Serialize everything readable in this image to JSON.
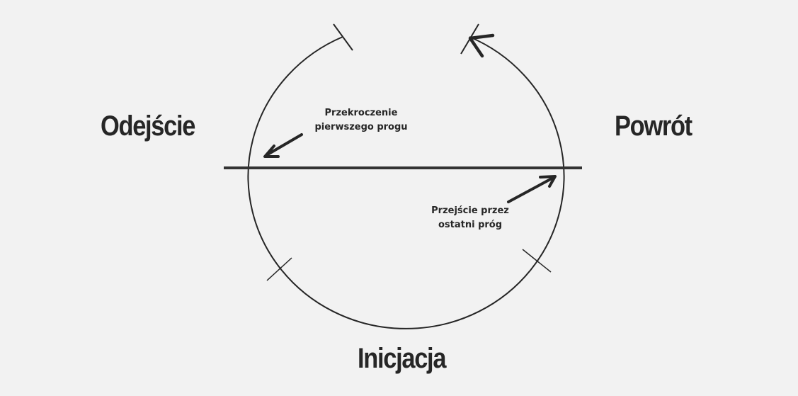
{
  "stages": {
    "departure": "Odejście",
    "return": "Powrót",
    "initiation": "Inicjacja"
  },
  "annotations": {
    "first_threshold": [
      "Przekroczenie",
      "pierwszego progu"
    ],
    "last_threshold": [
      "Przejście przez",
      "ostatni próg"
    ]
  },
  "colors": {
    "background": "#f2f2f2",
    "ink": "#262626",
    "line": "#333333"
  }
}
